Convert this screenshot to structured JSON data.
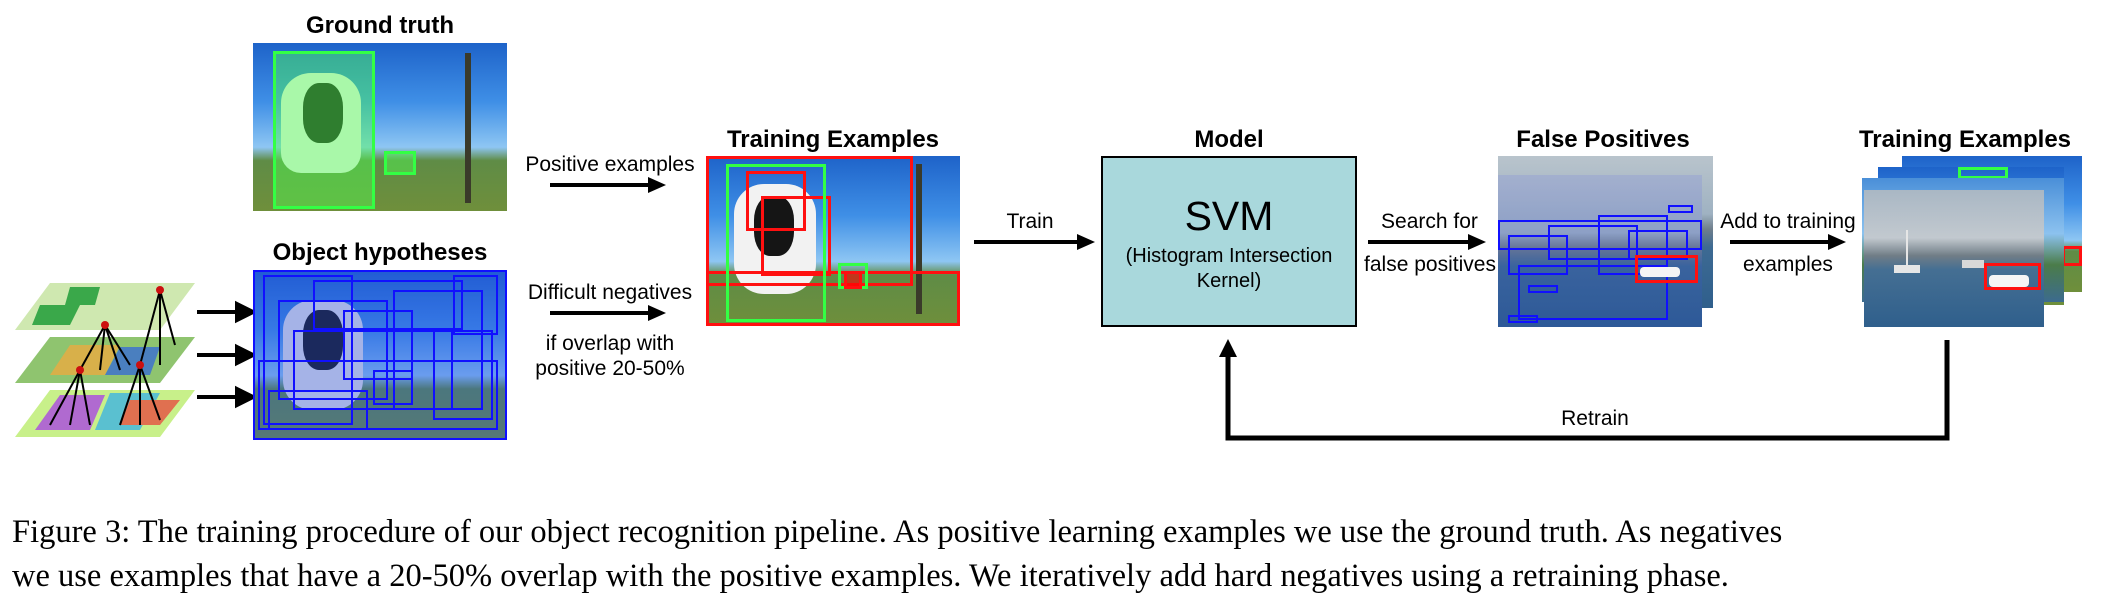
{
  "headings": {
    "ground_truth": "Ground truth",
    "object_hypotheses": "Object hypotheses",
    "training_examples_1": "Training Examples",
    "model": "Model",
    "false_positives": "False Positives",
    "training_examples_2": "Training Examples"
  },
  "labels": {
    "positive_examples": "Positive examples",
    "difficult_negatives": "Difficult negatives",
    "overlap_line1": "if overlap with",
    "overlap_line2": "positive 20-50%",
    "train": "Train",
    "search_line1": "Search for",
    "search_line2": "false positives",
    "add_line1": "Add to training",
    "add_line2": "examples",
    "retrain": "Retrain"
  },
  "svm": {
    "title": "SVM",
    "subtitle_line1": "(Histogram Intersection",
    "subtitle_line2": "Kernel)"
  },
  "caption": {
    "line1": "Figure 3: The training procedure of our object recognition pipeline. As positive learning examples we use the ground truth. As negatives",
    "line2": "we use examples that have a 20-50% overlap with the positive examples. We iteratively add hard negatives using a retraining phase."
  },
  "colors": {
    "ground_truth_box": "#33ff44",
    "hypothesis_box": "#1010ff",
    "negative_box": "#ff1010",
    "svm_fill": "#a9d8dc"
  }
}
